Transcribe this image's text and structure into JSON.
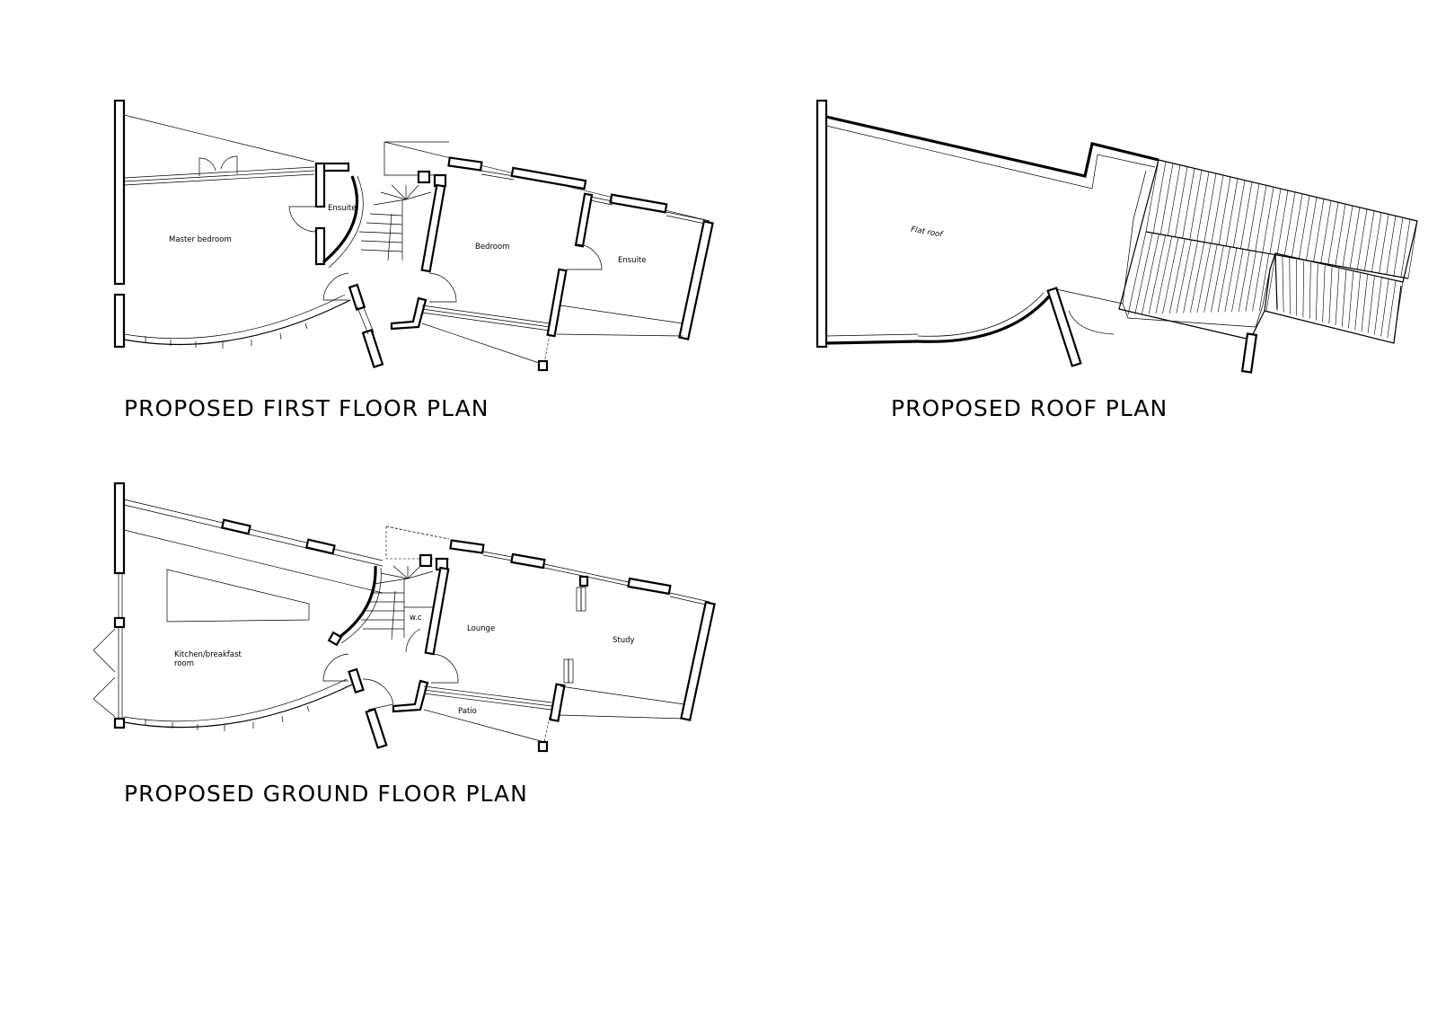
{
  "sheet": {
    "background": "#ffffff",
    "line_color": "#000000"
  },
  "first_floor": {
    "title": "PROPOSED FIRST FLOOR PLAN",
    "rooms": {
      "master_bedroom": "Master bedroom",
      "ensuite_left": "Ensuite",
      "bedroom": "Bedroom",
      "ensuite_right": "Ensuite"
    }
  },
  "roof": {
    "title": "PROPOSED ROOF PLAN",
    "label": "Flat roof"
  },
  "ground_floor": {
    "title": "PROPOSED GROUND FLOOR PLAN",
    "rooms": {
      "kitchen_line1": "Kitchen/breakfast",
      "kitchen_line2": "room",
      "wc": "w.c",
      "lounge": "Lounge",
      "study": "Study",
      "patio": "Patio"
    }
  }
}
